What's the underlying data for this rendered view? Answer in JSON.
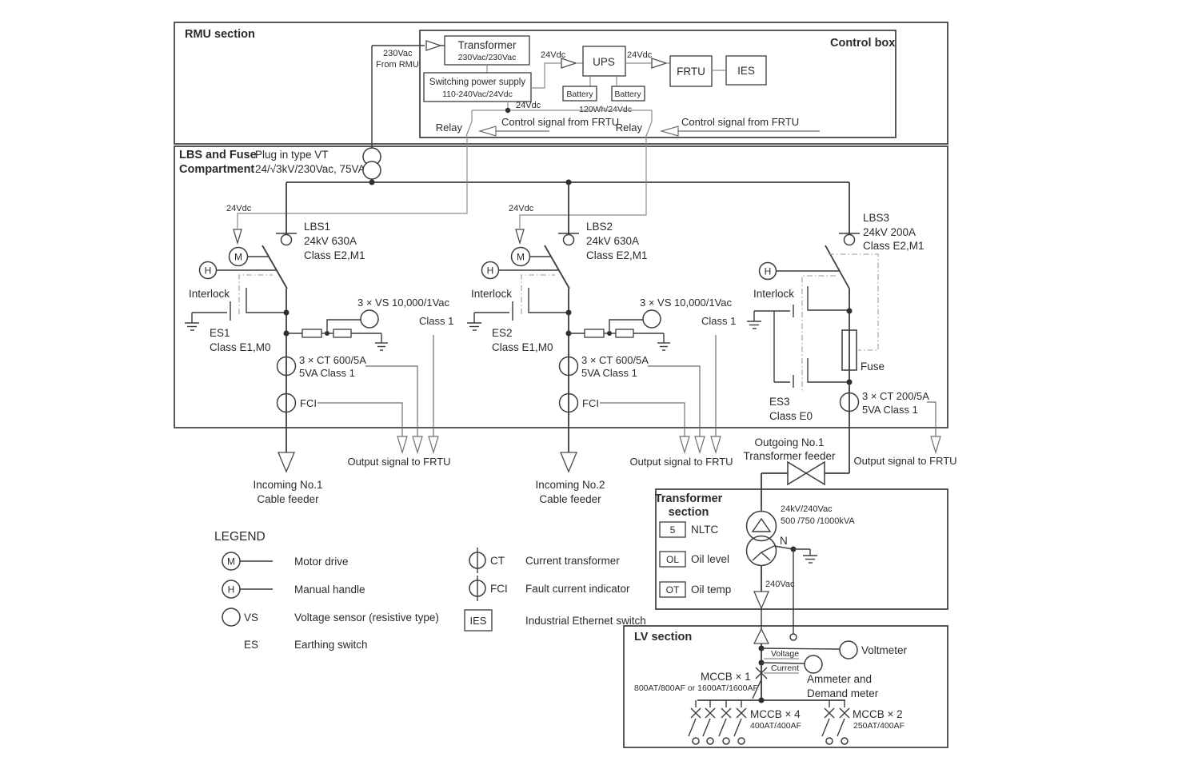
{
  "rmu": {
    "title": "RMU section"
  },
  "control_box": {
    "title": "Control box",
    "input1": "230Vac",
    "input2": "From RMU",
    "xfmr_name": "Transformer",
    "xfmr_rating": "230Vac/230Vac",
    "sps1": "Switching power supply",
    "sps2": "110-240Vac/24Vdc",
    "ups": "UPS",
    "frtu": "FRTU",
    "ies": "IES",
    "bat1": "Battery",
    "bat2": "Battery",
    "bat_rating": "120Wh/24Vdc",
    "dc1": "24Vdc",
    "dc2": "24Vdc",
    "dc3": "24Vdc",
    "relay1": "Relay",
    "relay2": "Relay",
    "ctrl1": "Control signal from FRTU",
    "ctrl2": "Control signal from FRTU"
  },
  "compartment": {
    "t1": "LBS and Fuse",
    "t2": "Compartment",
    "vt1": "Plug in type VT",
    "vt2": "24/√3kV/230Vac, 75VA"
  },
  "branch1": {
    "dc": "24Vdc",
    "name": "LBS1",
    "rating": "24kV 630A",
    "cls": "Class E2,M1",
    "m": "M",
    "h": "H",
    "interlock": "Interlock",
    "es": "ES1",
    "es_cls": "Class E1,M0",
    "vs": "3 × VS 10,000/1Vac",
    "vs_cls": "Class 1",
    "ct": "3 × CT 600/5A",
    "ct_cls": "5VA Class 1",
    "fci": "FCI",
    "out": "Output signal to FRTU",
    "feeder1": "Incoming No.1",
    "feeder2": "Cable feeder"
  },
  "branch2": {
    "dc": "24Vdc",
    "name": "LBS2",
    "rating": "24kV 630A",
    "cls": "Class E2,M1",
    "m": "M",
    "h": "H",
    "interlock": "Interlock",
    "es": "ES2",
    "es_cls": "Class E1,M0",
    "vs": "3 × VS 10,000/1Vac",
    "vs_cls": "Class 1",
    "ct": "3 × CT 600/5A",
    "ct_cls": "5VA Class 1",
    "fci": "FCI",
    "out": "Output signal to FRTU",
    "feeder1": "Incoming No.2",
    "feeder2": "Cable feeder"
  },
  "branch3": {
    "name": "LBS3",
    "rating": "24kV 200A",
    "cls": "Class E2,M1",
    "h": "H",
    "interlock": "Interlock",
    "es": "ES3",
    "es_cls": "Class E0",
    "fuse": "Fuse",
    "ct": "3 × CT 200/5A",
    "ct_cls": "5VA Class 1",
    "out": "Output signal to FRTU",
    "outgoing1": "Outgoing No.1",
    "outgoing2": "Transformer feeder"
  },
  "xfmr_section": {
    "t1": "Transformer",
    "t2": "section",
    "nltc_sym": "5",
    "nltc": "NLTC",
    "ol_sym": "OL",
    "ol": "Oil level",
    "ot_sym": "OT",
    "ot": "Oil temp",
    "rating1": "24kV/240Vac",
    "rating2": "500 /750 /1000kVA",
    "neutral": "N",
    "lv": "240Vac"
  },
  "lv_section": {
    "title": "LV section",
    "voltage": "Voltage",
    "current": "Current",
    "voltmeter": "Voltmeter",
    "ammeter1": "Ammeter and",
    "ammeter2": "Demand meter",
    "mccb1": "MCCB × 1",
    "mccb1_r": "800AT/800AF or 1600AT/1600AF",
    "mccb4": "MCCB × 4",
    "mccb4_r": "400AT/400AF",
    "mccb2": "MCCB × 2",
    "mccb2_r": "250AT/400AF"
  },
  "legend": {
    "title": "LEGEND",
    "m_sym": "M",
    "m": "Motor drive",
    "h_sym": "H",
    "h": "Manual handle",
    "vs_sym": "VS",
    "vs": "Voltage sensor (resistive type)",
    "es_sym": "ES",
    "es": "Earthing switch",
    "ct_sym": "CT",
    "ct": "Current transformer",
    "fci_sym": "FCI",
    "fci": "Fault current indicator",
    "ies_sym": "IES",
    "ies": "Industrial Ethernet switch"
  }
}
